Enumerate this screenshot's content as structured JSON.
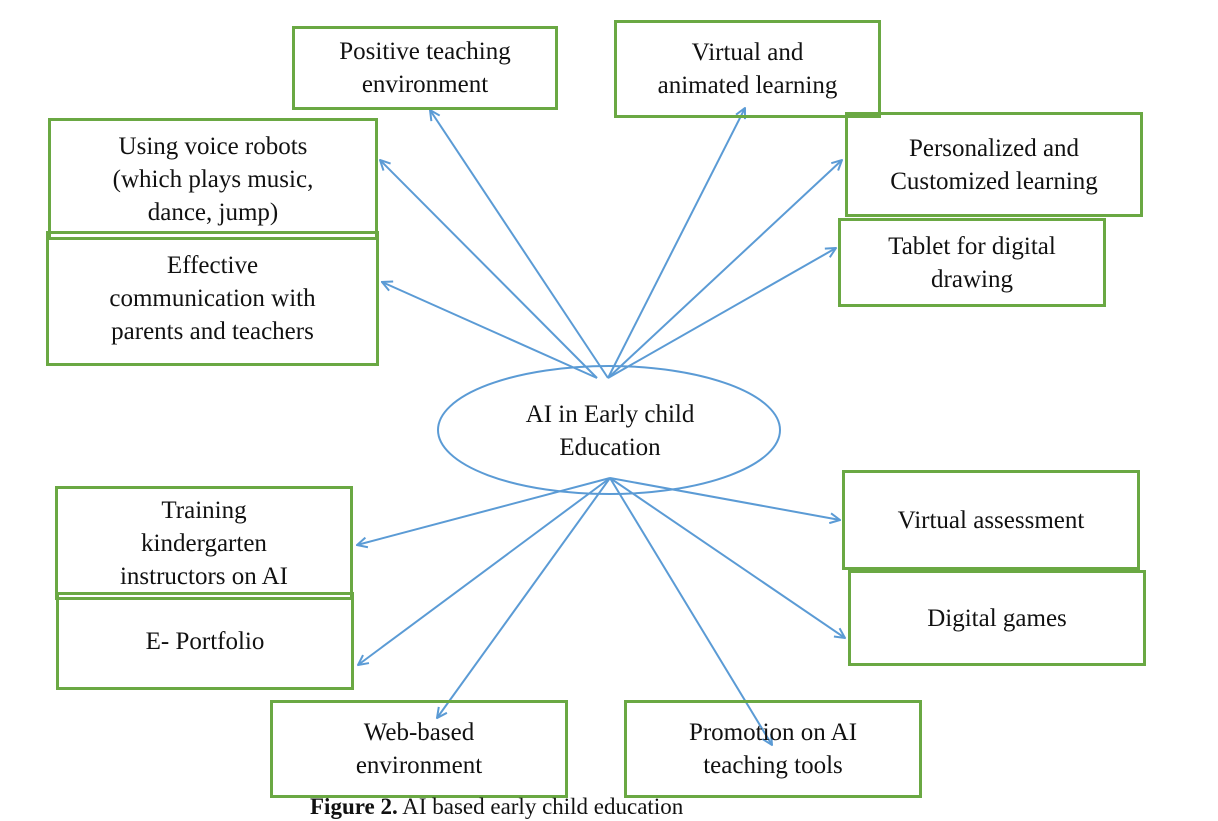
{
  "center": {
    "label": "AI in Early child\nEducation"
  },
  "nodes": [
    {
      "id": "positive-teaching",
      "label": "Positive teaching\nenvironment"
    },
    {
      "id": "virtual-animated",
      "label": "Virtual and\nanimated learning"
    },
    {
      "id": "voice-robots",
      "label": "Using voice robots\n(which plays music,\ndance, jump)"
    },
    {
      "id": "personalized",
      "label": "Personalized and\nCustomized learning"
    },
    {
      "id": "tablet-drawing",
      "label": "Tablet for digital\ndrawing"
    },
    {
      "id": "effective-communication",
      "label": "Effective\ncommunication with\nparents and teachers"
    },
    {
      "id": "training-instructors",
      "label": "Training\nkindergarten\ninstructors on AI"
    },
    {
      "id": "virtual-assessment",
      "label": "Virtual assessment"
    },
    {
      "id": "digital-games",
      "label": "Digital games"
    },
    {
      "id": "e-portfolio",
      "label": "E- Portfolio"
    },
    {
      "id": "web-based",
      "label": "Web-based\nenvironment"
    },
    {
      "id": "promotion-tools",
      "label": "Promotion on AI\nteaching tools"
    }
  ],
  "colors": {
    "box_border": "#6aa843",
    "arrow": "#5b9bd5",
    "text": "#111111"
  },
  "caption": {
    "label": "Figure 2.",
    "text": "AI based early child education"
  }
}
